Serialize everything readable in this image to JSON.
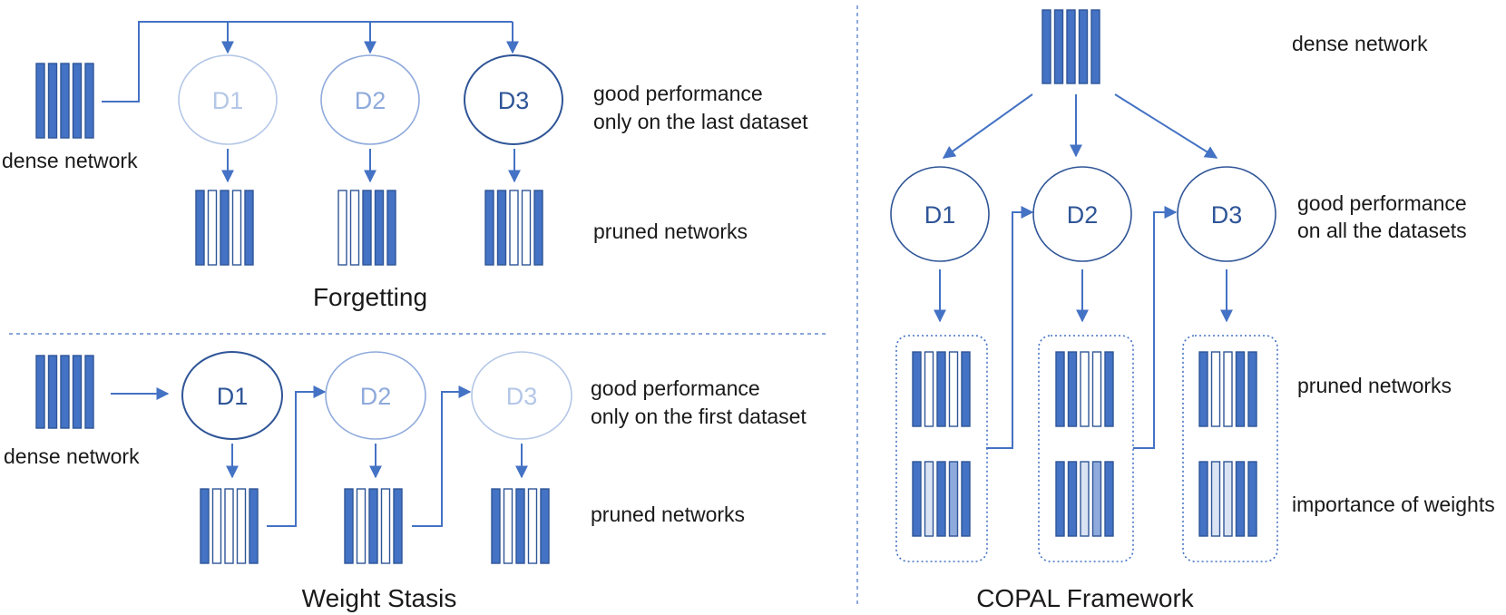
{
  "colors": {
    "accent": "#4472c4",
    "filled": "#4472c4",
    "empty": "#ffffff",
    "light": "#dae3f3",
    "medium": "#8faadc",
    "faded_stroke": "#b4c7e7",
    "mid_stroke": "#8faadc",
    "strong_stroke": "#2f5597"
  },
  "forgetting": {
    "title": "Forgetting",
    "dense_label": "dense network",
    "nodes": [
      {
        "label": "D1",
        "emphasis": "faded"
      },
      {
        "label": "D2",
        "emphasis": "medium"
      },
      {
        "label": "D3",
        "emphasis": "strong"
      }
    ],
    "pruned": [
      [
        "filled",
        "empty",
        "filled",
        "empty",
        "filled"
      ],
      [
        "empty",
        "empty",
        "filled",
        "filled",
        "filled"
      ],
      [
        "filled",
        "filled",
        "empty",
        "empty",
        "filled"
      ]
    ],
    "note_line1": "good performance",
    "note_line2": "only on the last dataset",
    "pruned_label": "pruned networks"
  },
  "weight_stasis": {
    "title": "Weight Stasis",
    "dense_label": "dense network",
    "nodes": [
      {
        "label": "D1",
        "emphasis": "strong"
      },
      {
        "label": "D2",
        "emphasis": "medium"
      },
      {
        "label": "D3",
        "emphasis": "faded"
      }
    ],
    "pruned": [
      [
        "filled",
        "empty",
        "empty",
        "empty",
        "filled"
      ],
      [
        "filled",
        "empty",
        "filled",
        "empty",
        "filled"
      ],
      [
        "filled",
        "empty",
        "filled",
        "empty",
        "filled"
      ]
    ],
    "note_line1": "good performance",
    "note_line2": "only on the first dataset",
    "pruned_label": "pruned networks"
  },
  "copal": {
    "title": "COPAL Framework",
    "dense_label": "dense network",
    "nodes": [
      {
        "label": "D1",
        "emphasis": "strong"
      },
      {
        "label": "D2",
        "emphasis": "strong"
      },
      {
        "label": "D3",
        "emphasis": "strong"
      }
    ],
    "pruned": [
      [
        "filled",
        "empty",
        "filled",
        "empty",
        "filled"
      ],
      [
        "filled",
        "filled",
        "empty",
        "empty",
        "filled"
      ],
      [
        "filled",
        "empty",
        "empty",
        "filled",
        "filled"
      ]
    ],
    "importance": [
      [
        "filled",
        "light",
        "filled",
        "medium",
        "filled"
      ],
      [
        "filled",
        "filled",
        "light",
        "medium",
        "filled"
      ],
      [
        "filled",
        "light",
        "light",
        "filled",
        "filled"
      ]
    ],
    "note_line1": "good performance",
    "note_line2": "on all the datasets",
    "pruned_label": "pruned networks",
    "importance_label": "importance of weights"
  }
}
